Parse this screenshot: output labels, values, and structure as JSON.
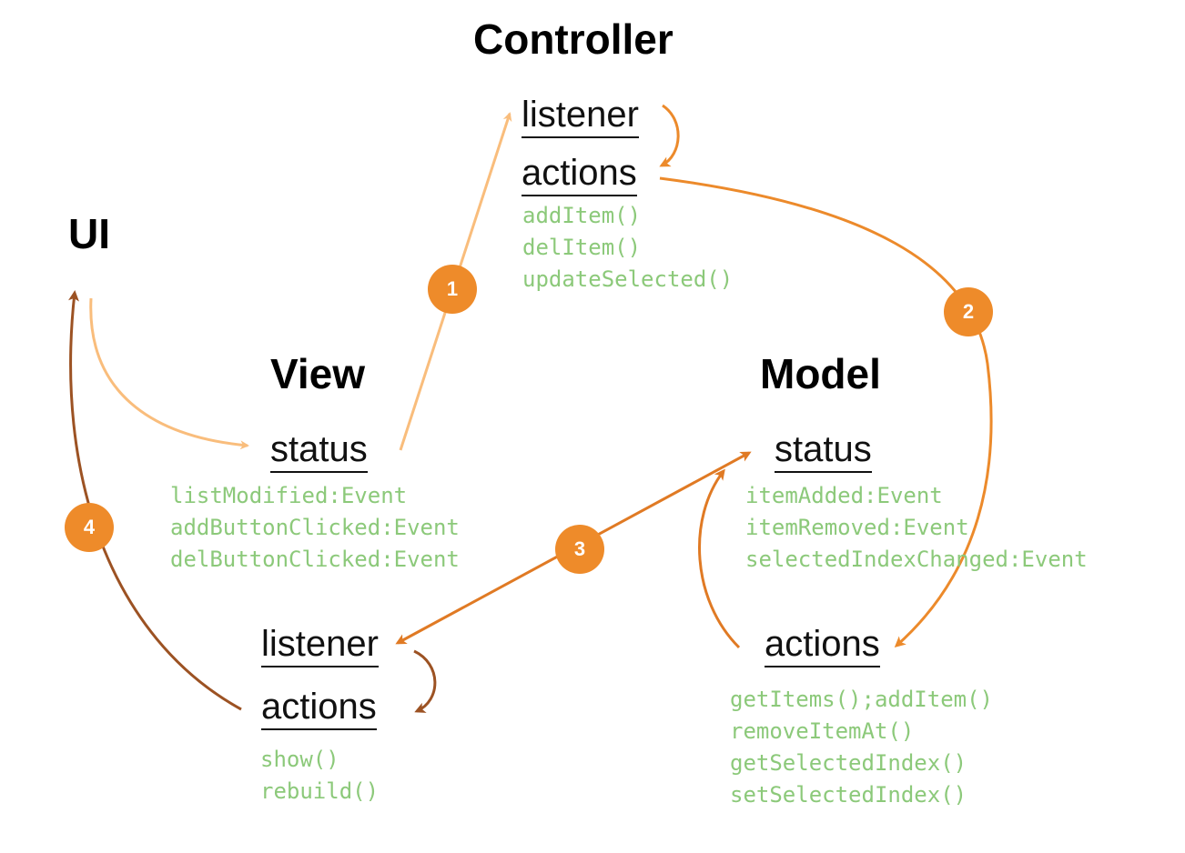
{
  "controller": {
    "title": "Controller",
    "listener": "listener",
    "actions": "actions",
    "methods": [
      "addItem()",
      "delItem()",
      "updateSelected()"
    ]
  },
  "ui": {
    "title": "UI"
  },
  "view": {
    "title": "View",
    "status": "status",
    "events": [
      "listModified:Event",
      "addButtonClicked:Event",
      "delButtonClicked:Event"
    ],
    "listener": "listener",
    "actions": "actions",
    "methods": [
      "show()",
      "rebuild()"
    ]
  },
  "model": {
    "title": "Model",
    "status": "status",
    "events": [
      "itemAdded:Event",
      "itemRemoved:Event",
      "selectedIndexChanged:Event"
    ],
    "actions": "actions",
    "methods": [
      "getItems();addItem()",
      "removeItemAt()",
      "getSelectedIndex()",
      "setSelectedIndex()"
    ]
  },
  "steps": [
    "1",
    "2",
    "3",
    "4"
  ],
  "colors": {
    "light_orange": "#f9bd7c",
    "orange": "#ec8a2b",
    "dark_orange": "#e07a24",
    "brown": "#9c5223",
    "code_green": "#8cc97a",
    "badge": "#ee8b2a"
  }
}
